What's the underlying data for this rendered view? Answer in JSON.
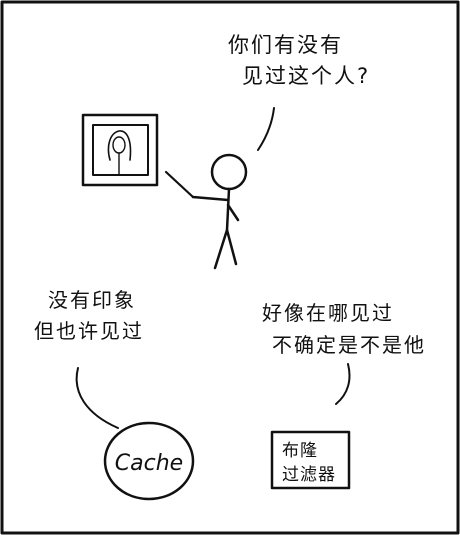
{
  "speech": {
    "presenter_line1": "你们有没有",
    "presenter_line2": "见过这个人?",
    "cache_line1": "没有印象",
    "cache_line2": "但也许见过",
    "bloom_line1": "好像在哪见过",
    "bloom_line2": "不确定是不是他"
  },
  "labels": {
    "cache": "Cache",
    "bloom_line1": "布隆",
    "bloom_line2": "过滤器"
  },
  "colors": {
    "ink": "#111111",
    "paper": "#ffffff"
  }
}
